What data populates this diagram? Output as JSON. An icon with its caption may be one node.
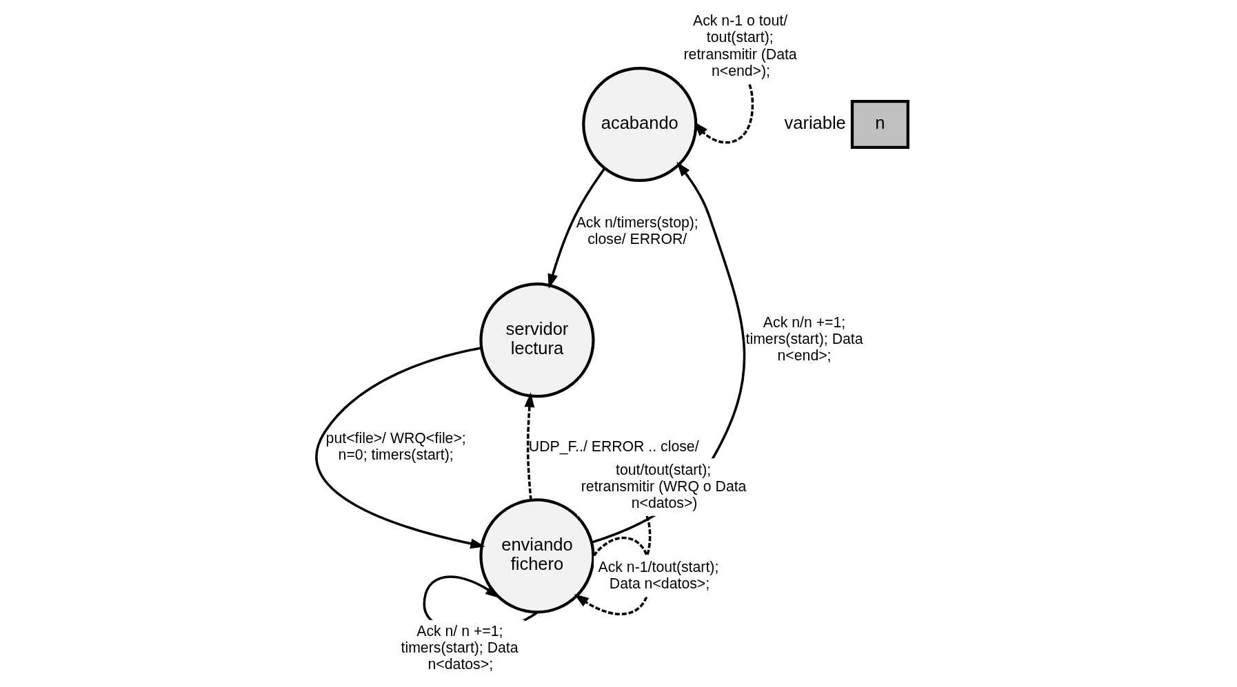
{
  "diagram": {
    "nodes": [
      {
        "text": [
          "acabando"
        ]
      },
      {
        "text": [
          "servidor lectura"
        ]
      },
      {
        "text": [
          "enviando fichero"
        ]
      },
      {
        "text": [
          "n"
        ],
        "beside": [
          "variable"
        ]
      }
    ],
    "edges": [
      {
        "from": 0,
        "to": 1,
        "arrow": "to",
        "label": "Ack n/timers(stop); close/ ERROR/"
      },
      {
        "from": 1,
        "to": 2,
        "arrow": "to",
        "label": "put<file>/ WRQ<file>; n=0; timers(start);"
      },
      {
        "from": 2,
        "to": 1,
        "arrow": "to",
        "style": "dashed",
        "label": "UDP_F../ ERROR .. close/"
      },
      {
        "from": 2,
        "to": 0,
        "arrow": "to",
        "label": "Ack n/n +=1; timers(start); Data n<end>;"
      },
      {
        "from": 0,
        "to": 0,
        "arrow": "to",
        "style": "dashed",
        "label": "Ack n-1 o tout/ tout(start); retransmitir (Data n<end>);"
      },
      {
        "from": 2,
        "to": 2,
        "arrow": "to",
        "style": "dashed",
        "label": "tout/tout(start); retransmitir (WRQ o Data n<datos>)"
      },
      {
        "from": 2,
        "to": 2,
        "arrow": "to",
        "style": "dashed",
        "label": "Ack n-1/tout(start); Data n<datos>;"
      },
      {
        "from": 2,
        "to": 2,
        "arrow": "to",
        "label": "Ack n/ n +=1; timers(start); Data n<datos>;"
      }
    ]
  }
}
